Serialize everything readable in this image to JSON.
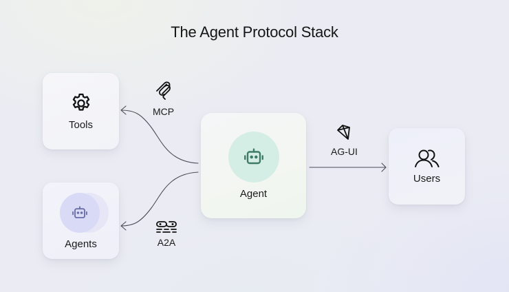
{
  "title": "The Agent Protocol Stack",
  "nodes": {
    "tools": {
      "label": "Tools",
      "icon": "gear-icon"
    },
    "agents": {
      "label": "Agents",
      "icon": "robot-icon"
    },
    "agent": {
      "label": "Agent",
      "icon": "robot-icon"
    },
    "users": {
      "label": "Users",
      "icon": "users-icon"
    }
  },
  "protocols": {
    "mcp": {
      "label": "MCP",
      "icon": "mcp-logo-icon",
      "from": "Agent",
      "to": "Tools"
    },
    "a2a": {
      "label": "A2A",
      "icon": "a2a-logo-icon",
      "from": "Agent",
      "to": "Agents"
    },
    "agui": {
      "label": "AG-UI",
      "icon": "agui-gem-icon",
      "from": "Agent",
      "to": "Users"
    }
  },
  "colors": {
    "agent_circle": "#d5eee5",
    "agent_icon": "#3f7a67",
    "agents_circle": "#d8daf6",
    "agents_icon": "#6a6fa6",
    "line": "#4a4a55"
  }
}
